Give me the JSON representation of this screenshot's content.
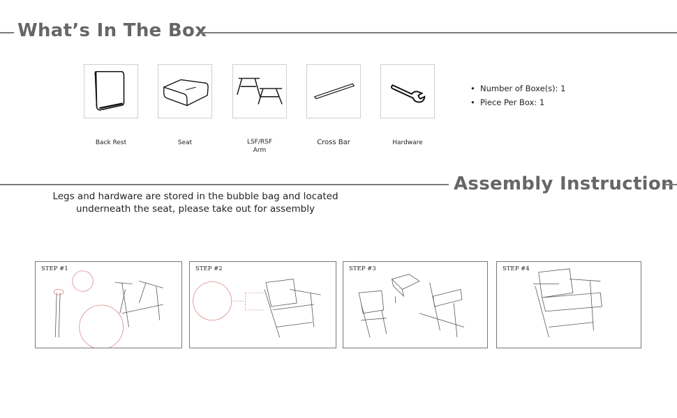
{
  "box_section": {
    "title": "What’s In The Box",
    "items": [
      {
        "label": "Back Rest",
        "icon": "back-rest-icon"
      },
      {
        "label": "Seat",
        "icon": "seat-icon"
      },
      {
        "label": "LSF/RSF",
        "label2": "Arm",
        "icon": "arm-icon"
      },
      {
        "label": "Cross Bar",
        "icon": "cross-bar-icon"
      },
      {
        "label": "Hardware",
        "icon": "wrench-icon"
      }
    ],
    "details": [
      "Number of Boxe(s): 1",
      "Piece Per Box: 1"
    ]
  },
  "assembly_section": {
    "title": "Assembly Instruction",
    "note_line1": "Legs and hardware are stored in the bubble bag and located",
    "note_line2": "underneath the seat, please take out for assembly",
    "steps": [
      {
        "label": "STEP #1"
      },
      {
        "label": "STEP #2"
      },
      {
        "label": "STEP #3"
      },
      {
        "label": "STEP #4"
      }
    ]
  },
  "colors": {
    "heading": "#666666",
    "callout": "#d9534f"
  }
}
